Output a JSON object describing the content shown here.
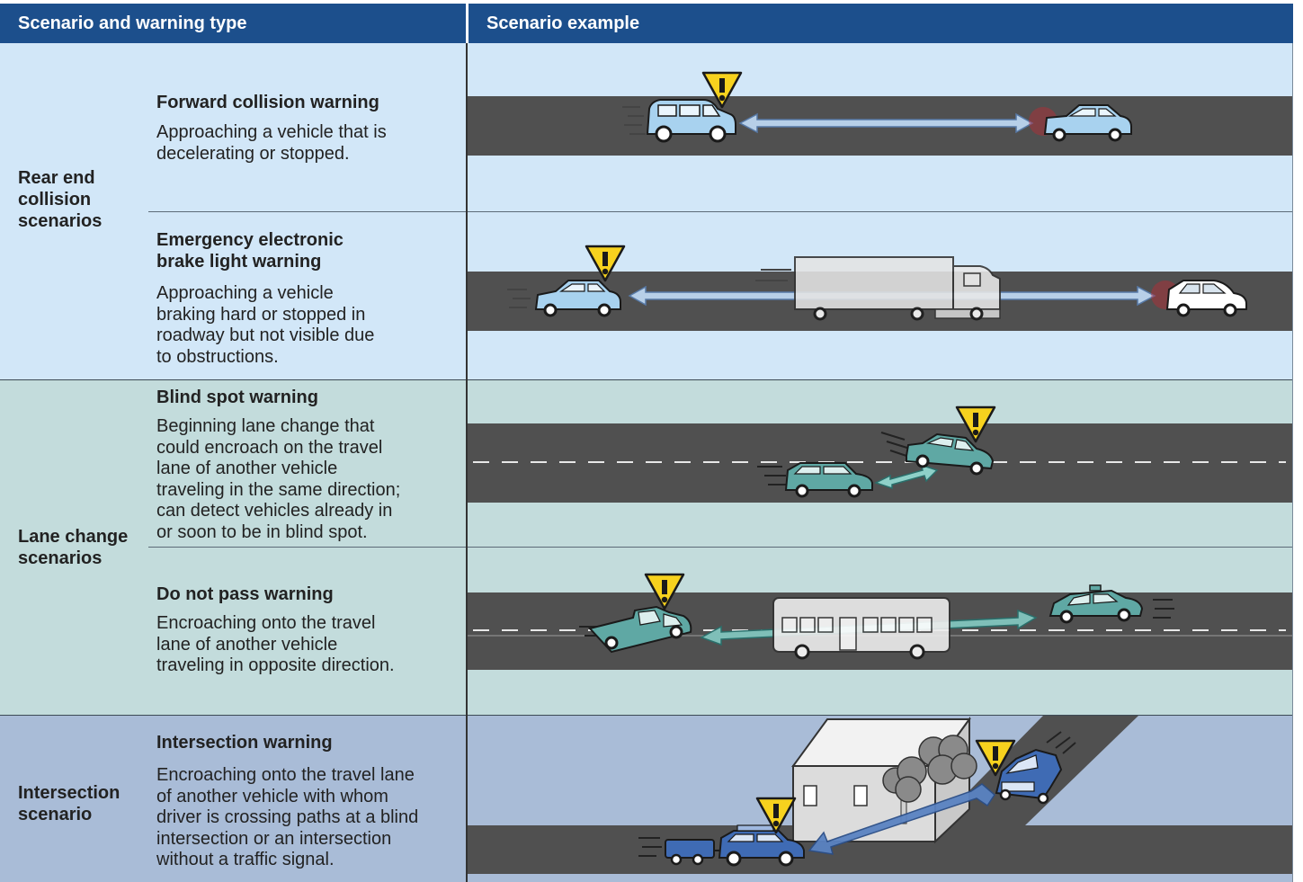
{
  "header": {
    "col1": "Scenario and warning type",
    "col2": "Scenario example"
  },
  "groups": [
    {
      "label": "Rear end\ncollision\nscenarios",
      "color": "#d2e7f8"
    },
    {
      "label": "Lane change\nscenarios",
      "color": "#c3dcdc"
    },
    {
      "label": "Intersection\nscenario",
      "color": "#a9bcd7"
    }
  ],
  "warnings": [
    {
      "title": "Forward collision warning",
      "description": "Approaching a vehicle that is\ndecelerating or stopped."
    },
    {
      "title": "Emergency electronic\nbrake light warning",
      "description": "Approaching a vehicle\nbraking hard or stopped in\nroadway but not visible due\nto obstructions."
    },
    {
      "title": "Blind spot warning",
      "description": "Beginning lane change that\ncould encroach on the travel\nlane of another vehicle\ntraveling in the same direction;\ncan detect vehicles already in\nor soon to be in blind spot."
    },
    {
      "title": "Do not pass warning",
      "description": "Encroaching onto the travel\nlane of another vehicle\ntraveling in opposite direction."
    },
    {
      "title": "Intersection warning",
      "description": "Encroaching onto the travel lane\nof another vehicle with whom\ndriver is crossing paths at a blind\nintersection or an intersection\nwithout a traffic signal."
    }
  ],
  "icons": {
    "warning": "warning-triangle-icon",
    "suv": "suv-icon",
    "sedan": "sedan-icon",
    "truck": "semi-truck-icon",
    "bus": "bus-icon",
    "pickup": "pickup-truck-icon",
    "taxi": "taxi-icon",
    "building": "building-icon",
    "tree": "tree-icon"
  },
  "colors": {
    "header": "#1c4f8c",
    "road": "#505050",
    "warning_yellow": "#f7d21e",
    "brake_red": "#d9202a",
    "car_blue": "#a8d2ef",
    "car_teal": "#5fa8a4",
    "car_navy": "#3f6bb4"
  }
}
